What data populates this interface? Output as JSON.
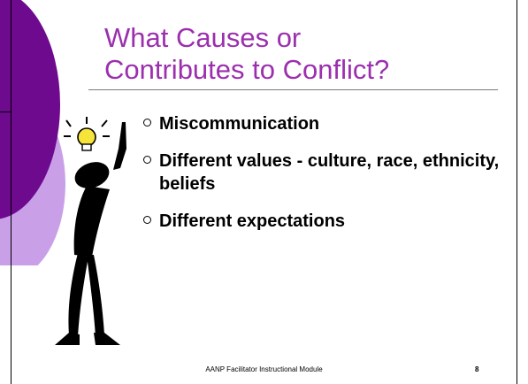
{
  "slide": {
    "title": "What Causes or\nContributes to Conflict?",
    "bullets": [
      "Miscommunication",
      "Different values - culture, race, ethnicity, beliefs",
      "Different expectations"
    ],
    "footer": "AANP Facilitator Instructional Module",
    "page_number": "8"
  },
  "colors": {
    "title": "#9b2fae",
    "circle_dark": "#6d0a8e",
    "circle_light": "#c9a0e8",
    "lightbulb": "#f6e43a"
  },
  "icons": [
    "decorative-circles",
    "thinking-person-with-lightbulb-icon"
  ]
}
